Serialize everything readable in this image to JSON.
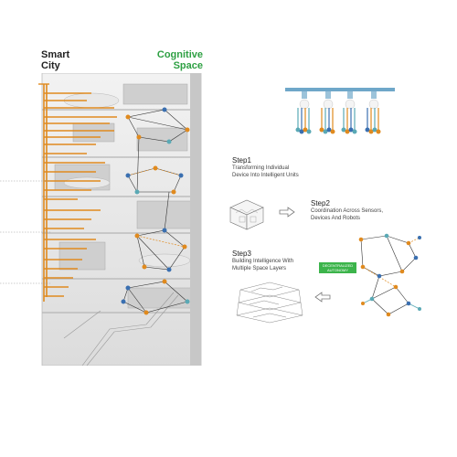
{
  "labels": {
    "smart_city_line1": "Smart",
    "smart_city_line2": "City",
    "cognitive_line1": "Cognitive",
    "cognitive_line2": "Space"
  },
  "steps": [
    {
      "title": "Step1",
      "desc_line1": "Transforming Individual",
      "desc_line2": "Device Into Intelligent Units"
    },
    {
      "title": "Step2",
      "desc_line1": "Coordination Across Sensors,",
      "desc_line2": "Devices And Robots"
    },
    {
      "title": "Step3",
      "desc_line1": "Building Intelligence With",
      "desc_line2": "Multiple Space Layers"
    }
  ],
  "badge": {
    "line1": "DECENTRALIZED",
    "line2": "AUTONOMY"
  },
  "colors": {
    "accent_orange": "#e08a1e",
    "accent_green": "#2ea043",
    "node_teal": "#5aa9b5",
    "node_blue": "#3a6fb0",
    "building_gray": "#d9d9d9"
  }
}
